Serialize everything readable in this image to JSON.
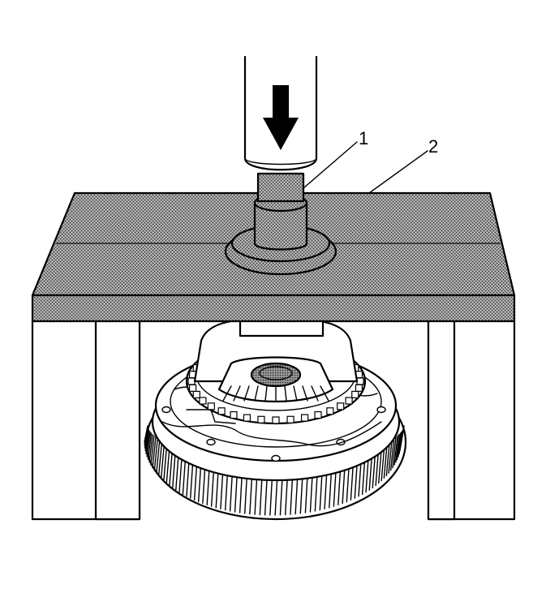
{
  "callouts": [
    {
      "id": "1",
      "label": "1"
    },
    {
      "id": "2",
      "label": "2"
    }
  ],
  "icons": {
    "arrow": "press-down-arrow-icon"
  },
  "colors": {
    "ink": "#000000",
    "paper": "#ffffff",
    "hatch": "#6e6e6e"
  }
}
